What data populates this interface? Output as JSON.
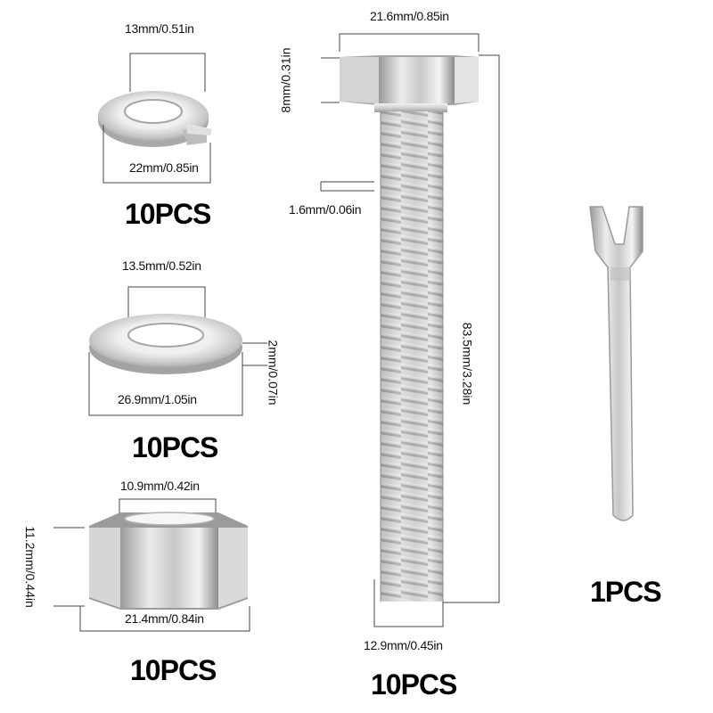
{
  "spring_washer": {
    "inner_dim": "13mm/0.51in",
    "outer_dim": "22mm/0.85in",
    "qty": "10PCS"
  },
  "flat_washer": {
    "inner_dim": "13.5mm/0.52in",
    "outer_dim": "26.9mm/1.05in",
    "thickness_dim": "2mm/0.07in",
    "qty": "10PCS"
  },
  "hex_nut": {
    "inner_dim": "10.9mm/0.42in",
    "width_dim": "21.4mm/0.84in",
    "height_dim": "11.2mm/0.44in",
    "qty": "10PCS"
  },
  "hex_bolt": {
    "head_width_dim": "21.6mm/0.85in",
    "head_height_dim": "8mm/0.31in",
    "thread_pitch_dim": "1.6mm/0.06in",
    "length_dim": "83.5mm/3.28in",
    "shank_dim": "12.9mm/0.45in",
    "qty": "10PCS"
  },
  "wrench": {
    "qty": "1PCS"
  }
}
